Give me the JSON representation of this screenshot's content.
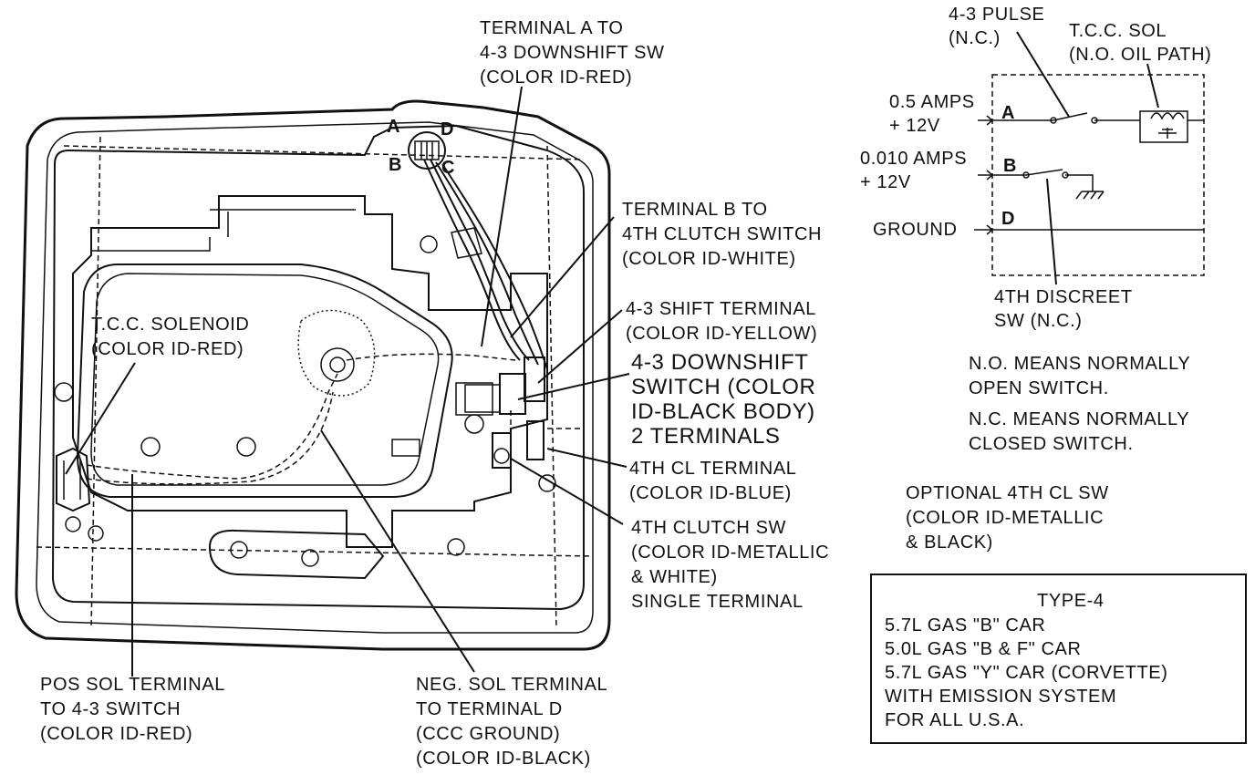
{
  "labels": {
    "terminal_a": [
      "TERMINAL A TO",
      "4-3 DOWNSHIFT SW",
      "(COLOR ID-RED)"
    ],
    "terminal_b": [
      "TERMINAL B TO",
      "4TH CLUTCH SWITCH",
      "(COLOR ID-WHITE)"
    ],
    "shift_terminal": [
      "4-3 SHIFT TERMINAL",
      "(COLOR ID-YELLOW)"
    ],
    "downshift_switch": [
      "4-3 DOWNSHIFT",
      "SWITCH (COLOR",
      "ID-BLACK BODY)",
      "2 TERMINALS"
    ],
    "fourth_cl_terminal": [
      "4TH CL TERMINAL",
      "(COLOR ID-BLUE)"
    ],
    "fourth_clutch_sw": [
      "4TH CLUTCH SW",
      "(COLOR ID-METALLIC",
      "& WHITE)",
      "SINGLE TERMINAL"
    ],
    "tcc_solenoid": [
      "T.C.C. SOLENOID",
      "(COLOR ID-RED)"
    ],
    "pos_sol_terminal": [
      "POS SOL TERMINAL",
      "TO 4-3 SWITCH",
      "(COLOR ID-RED)"
    ],
    "neg_sol_terminal": [
      "NEG. SOL TERMINAL",
      "TO TERMINAL D",
      "(CCC GROUND)",
      "(COLOR ID-BLACK)"
    ],
    "connector_pins": [
      "A",
      "D",
      "B",
      "C"
    ]
  },
  "schematic": {
    "pulse": [
      "4-3 PULSE",
      "(N.C.)"
    ],
    "tcc_sol": [
      "T.C.C. SOL",
      "(N.O. OIL PATH)"
    ],
    "row_a": [
      "0.5 AMPS",
      "+ 12V"
    ],
    "row_b": [
      "0.010 AMPS",
      "+ 12V"
    ],
    "ground": "GROUND",
    "pin_a": "A",
    "pin_b": "B",
    "pin_d": "D",
    "discreet_sw": [
      "4TH DISCREET",
      "SW (N.C.)"
    ]
  },
  "notes": {
    "no_def": [
      "N.O. MEANS NORMALLY",
      "OPEN SWITCH."
    ],
    "nc_def": [
      "N.C. MEANS NORMALLY",
      "CLOSED SWITCH."
    ],
    "optional": [
      "OPTIONAL 4TH CL SW",
      "(COLOR ID-METALLIC",
      "& BLACK)"
    ]
  },
  "type_box": {
    "title": "TYPE-4",
    "lines": [
      "5.7L GAS \"B\" CAR",
      "5.0L GAS \"B & F\" CAR",
      "5.7L GAS \"Y\" CAR (CORVETTE)",
      "WITH EMISSION SYSTEM",
      "FOR ALL U.S.A."
    ]
  }
}
